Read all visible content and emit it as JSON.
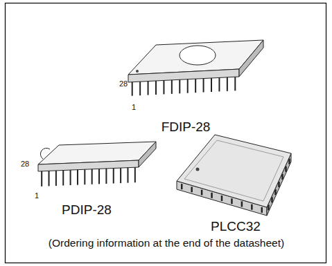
{
  "diagram": {
    "labels": [
      "28",
      "1",
      "FDIP-28",
      "28",
      "1",
      "PDIP-28",
      "PLCC32",
      "(Ordering information at the end of the datasheet)"
    ]
  }
}
